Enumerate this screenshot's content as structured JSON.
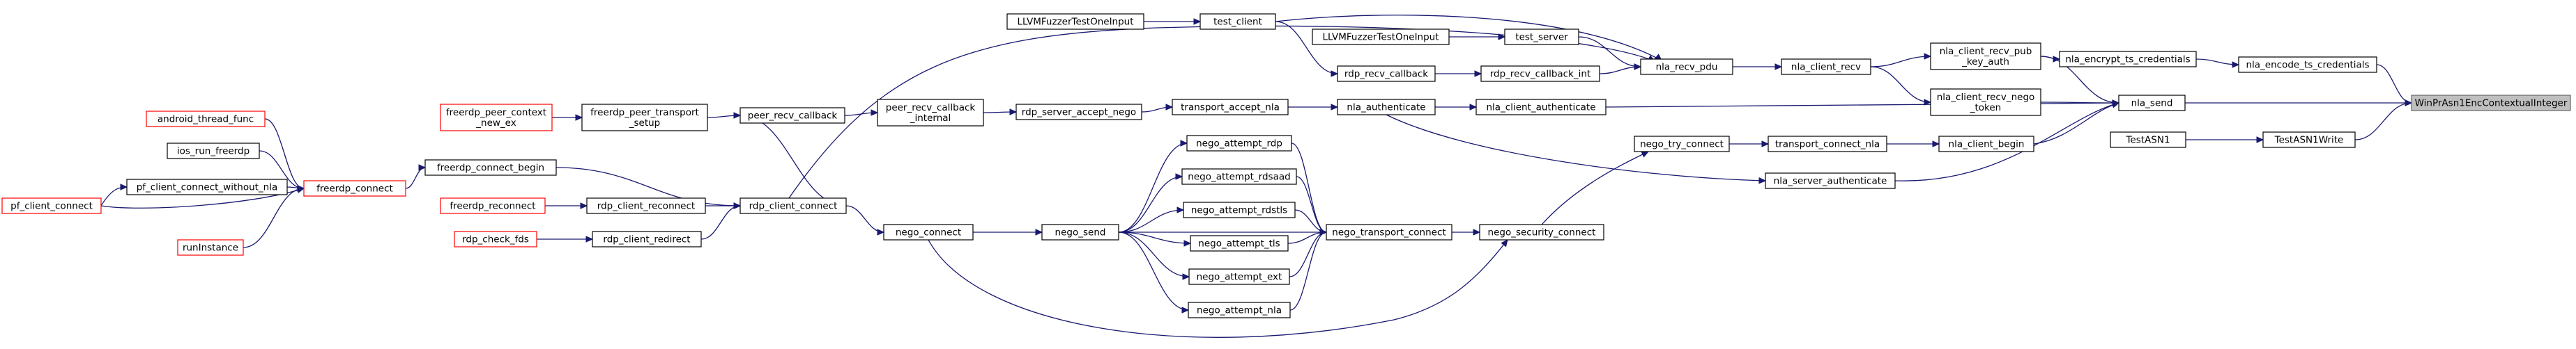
{
  "diagram": {
    "colors": {
      "edge": "#191970",
      "node_border": "#000000",
      "truncated_node_border": "#ff0000",
      "root_fill": "#bfbfbf",
      "root_border": "#666666",
      "background": "#ffffff"
    },
    "nodes": [
      {
        "id": "WinPrAsn1EncContextualInteger",
        "lines": [
          "WinPrAsn1EncContextualInteger"
        ],
        "style": "root"
      },
      {
        "id": "nla_encode_ts_credentials",
        "lines": [
          "nla_encode_ts_credentials"
        ],
        "style": "normal"
      },
      {
        "id": "nla_send",
        "lines": [
          "nla_send"
        ],
        "style": "normal"
      },
      {
        "id": "TestASN1Write",
        "lines": [
          "TestASN1Write"
        ],
        "style": "normal"
      },
      {
        "id": "TestASN1",
        "lines": [
          "TestASN1"
        ],
        "style": "normal"
      },
      {
        "id": "nla_encrypt_ts_credentials",
        "lines": [
          "nla_encrypt_ts_credentials"
        ],
        "style": "normal"
      },
      {
        "id": "nla_client_recv_pub_key_auth",
        "lines": [
          "nla_client_recv_pub",
          "_key_auth"
        ],
        "style": "normal"
      },
      {
        "id": "nla_client_recv_nego_token",
        "lines": [
          "nla_client_recv_nego",
          "_token"
        ],
        "style": "normal"
      },
      {
        "id": "nla_client_begin",
        "lines": [
          "nla_client_begin"
        ],
        "style": "normal"
      },
      {
        "id": "nla_client_recv",
        "lines": [
          "nla_client_recv"
        ],
        "style": "normal"
      },
      {
        "id": "nla_recv_pdu",
        "lines": [
          "nla_recv_pdu"
        ],
        "style": "normal"
      },
      {
        "id": "nla_client_authenticate",
        "lines": [
          "nla_client_authenticate"
        ],
        "style": "normal"
      },
      {
        "id": "nla_server_authenticate",
        "lines": [
          "nla_server_authenticate"
        ],
        "style": "normal"
      },
      {
        "id": "transport_connect_nla",
        "lines": [
          "transport_connect_nla"
        ],
        "style": "normal"
      },
      {
        "id": "nego_try_connect",
        "lines": [
          "nego_try_connect"
        ],
        "style": "normal"
      },
      {
        "id": "nego_security_connect",
        "lines": [
          "nego_security_connect"
        ],
        "style": "normal"
      },
      {
        "id": "test_client",
        "lines": [
          "test_client"
        ],
        "style": "normal"
      },
      {
        "id": "LLVMFuzzerTestOneInput_1",
        "lines": [
          "LLVMFuzzerTestOneInput"
        ],
        "style": "normal"
      },
      {
        "id": "test_server",
        "lines": [
          "test_server"
        ],
        "style": "normal"
      },
      {
        "id": "LLVMFuzzerTestOneInput_2",
        "lines": [
          "LLVMFuzzerTestOneInput"
        ],
        "style": "normal"
      },
      {
        "id": "rdp_recv_callback_int",
        "lines": [
          "rdp_recv_callback_int"
        ],
        "style": "normal"
      },
      {
        "id": "rdp_recv_callback",
        "lines": [
          "rdp_recv_callback"
        ],
        "style": "normal"
      },
      {
        "id": "nla_authenticate",
        "lines": [
          "nla_authenticate"
        ],
        "style": "normal"
      },
      {
        "id": "transport_accept_nla",
        "lines": [
          "transport_accept_nla"
        ],
        "style": "normal"
      },
      {
        "id": "rdp_server_accept_nego",
        "lines": [
          "rdp_server_accept_nego"
        ],
        "style": "normal"
      },
      {
        "id": "peer_recv_callback_internal",
        "lines": [
          "peer_recv_callback",
          "_internal"
        ],
        "style": "normal"
      },
      {
        "id": "peer_recv_callback",
        "lines": [
          "peer_recv_callback"
        ],
        "style": "normal"
      },
      {
        "id": "freerdp_peer_transport_setup",
        "lines": [
          "freerdp_peer_transport",
          "_setup"
        ],
        "style": "normal"
      },
      {
        "id": "freerdp_peer_context_new_ex",
        "lines": [
          "freerdp_peer_context",
          "_new_ex"
        ],
        "style": "red"
      },
      {
        "id": "rdp_client_connect",
        "lines": [
          "rdp_client_connect"
        ],
        "style": "normal"
      },
      {
        "id": "freerdp_connect_begin",
        "lines": [
          "freerdp_connect_begin"
        ],
        "style": "normal"
      },
      {
        "id": "rdp_client_reconnect",
        "lines": [
          "rdp_client_reconnect"
        ],
        "style": "normal"
      },
      {
        "id": "rdp_client_redirect",
        "lines": [
          "rdp_client_redirect"
        ],
        "style": "normal"
      },
      {
        "id": "freerdp_reconnect",
        "lines": [
          "freerdp_reconnect"
        ],
        "style": "red"
      },
      {
        "id": "rdp_check_fds",
        "lines": [
          "rdp_check_fds"
        ],
        "style": "red"
      },
      {
        "id": "freerdp_connect",
        "lines": [
          "freerdp_connect"
        ],
        "style": "red"
      },
      {
        "id": "android_thread_func",
        "lines": [
          "android_thread_func"
        ],
        "style": "red"
      },
      {
        "id": "ios_run_freerdp",
        "lines": [
          "ios_run_freerdp"
        ],
        "style": "normal"
      },
      {
        "id": "pf_client_connect_without_nla",
        "lines": [
          "pf_client_connect_without_nla"
        ],
        "style": "normal"
      },
      {
        "id": "pf_client_connect",
        "lines": [
          "pf_client_connect"
        ],
        "style": "red"
      },
      {
        "id": "runInstance",
        "lines": [
          "runInstance"
        ],
        "style": "red"
      },
      {
        "id": "nego_connect",
        "lines": [
          "nego_connect"
        ],
        "style": "normal"
      },
      {
        "id": "nego_send",
        "lines": [
          "nego_send"
        ],
        "style": "normal"
      },
      {
        "id": "nego_transport_connect",
        "lines": [
          "nego_transport_connect"
        ],
        "style": "normal"
      },
      {
        "id": "nego_attempt_rdp",
        "lines": [
          "nego_attempt_rdp"
        ],
        "style": "normal"
      },
      {
        "id": "nego_attempt_rdsaad",
        "lines": [
          "nego_attempt_rdsaad"
        ],
        "style": "normal"
      },
      {
        "id": "nego_attempt_rdstls",
        "lines": [
          "nego_attempt_rdstls"
        ],
        "style": "normal"
      },
      {
        "id": "nego_attempt_tls",
        "lines": [
          "nego_attempt_tls"
        ],
        "style": "normal"
      },
      {
        "id": "nego_attempt_ext",
        "lines": [
          "nego_attempt_ext"
        ],
        "style": "normal"
      },
      {
        "id": "nego_attempt_nla",
        "lines": [
          "nego_attempt_nla"
        ],
        "style": "normal"
      }
    ],
    "edges": [
      {
        "from": "nla_encode_ts_credentials",
        "to": "WinPrAsn1EncContextualInteger"
      },
      {
        "from": "nla_send",
        "to": "WinPrAsn1EncContextualInteger"
      },
      {
        "from": "TestASN1Write",
        "to": "WinPrAsn1EncContextualInteger"
      },
      {
        "from": "nla_encrypt_ts_credentials",
        "to": "nla_encode_ts_credentials"
      },
      {
        "from": "TestASN1",
        "to": "TestASN1Write"
      },
      {
        "from": "nla_client_recv_pub_key_auth",
        "to": "nla_encrypt_ts_credentials"
      },
      {
        "from": "nla_client_recv",
        "to": "nla_client_recv_pub_key_auth"
      },
      {
        "from": "nla_client_recv",
        "to": "nla_client_recv_nego_token"
      },
      {
        "from": "nla_recv_pdu",
        "to": "nla_client_recv"
      },
      {
        "from": "nla_client_recv_pub_key_auth",
        "to": "nla_send"
      },
      {
        "from": "nla_client_recv_nego_token",
        "to": "nla_send"
      },
      {
        "from": "nla_client_begin",
        "to": "nla_send"
      },
      {
        "from": "nla_client_authenticate",
        "to": "nla_send"
      },
      {
        "from": "nla_server_authenticate",
        "to": "nla_send"
      },
      {
        "from": "transport_connect_nla",
        "to": "nla_client_begin"
      },
      {
        "from": "nla_authenticate",
        "to": "nla_client_authenticate"
      },
      {
        "from": "nla_authenticate",
        "to": "nla_server_authenticate"
      },
      {
        "from": "nego_try_connect",
        "to": "transport_connect_nla"
      },
      {
        "from": "nego_security_connect",
        "to": "nego_try_connect"
      },
      {
        "from": "test_client",
        "to": "nla_recv_pdu"
      },
      {
        "from": "test_server",
        "to": "nla_recv_pdu"
      },
      {
        "from": "rdp_recv_callback_int",
        "to": "nla_recv_pdu"
      },
      {
        "from": "rdp_client_connect",
        "to": "nla_recv_pdu"
      },
      {
        "from": "LLVMFuzzerTestOneInput_1",
        "to": "test_client"
      },
      {
        "from": "LLVMFuzzerTestOneInput_2",
        "to": "test_server"
      },
      {
        "from": "rdp_recv_callback",
        "to": "rdp_recv_callback_int"
      },
      {
        "from": "test_client",
        "to": "rdp_recv_callback"
      },
      {
        "from": "transport_accept_nla",
        "to": "nla_authenticate"
      },
      {
        "from": "rdp_server_accept_nego",
        "to": "transport_accept_nla"
      },
      {
        "from": "peer_recv_callback_internal",
        "to": "rdp_server_accept_nego"
      },
      {
        "from": "peer_recv_callback",
        "to": "peer_recv_callback_internal"
      },
      {
        "from": "freerdp_peer_transport_setup",
        "to": "peer_recv_callback"
      },
      {
        "from": "freerdp_peer_context_new_ex",
        "to": "freerdp_peer_transport_setup"
      },
      {
        "from": "rdp_client_connect",
        "to": "peer_recv_callback"
      },
      {
        "from": "freerdp_connect_begin",
        "to": "rdp_client_connect"
      },
      {
        "from": "rdp_client_reconnect",
        "to": "rdp_client_connect"
      },
      {
        "from": "rdp_client_redirect",
        "to": "rdp_client_connect"
      },
      {
        "from": "freerdp_reconnect",
        "to": "rdp_client_reconnect"
      },
      {
        "from": "rdp_check_fds",
        "to": "rdp_client_redirect"
      },
      {
        "from": "freerdp_connect",
        "to": "freerdp_connect_begin"
      },
      {
        "from": "android_thread_func",
        "to": "freerdp_connect"
      },
      {
        "from": "ios_run_freerdp",
        "to": "freerdp_connect"
      },
      {
        "from": "pf_client_connect_without_nla",
        "to": "freerdp_connect"
      },
      {
        "from": "pf_client_connect",
        "to": "freerdp_connect"
      },
      {
        "from": "runInstance",
        "to": "freerdp_connect"
      },
      {
        "from": "pf_client_connect",
        "to": "pf_client_connect_without_nla"
      },
      {
        "from": "rdp_client_connect",
        "to": "nego_connect"
      },
      {
        "from": "nego_connect",
        "to": "nego_send"
      },
      {
        "from": "nego_connect",
        "to": "nego_security_connect"
      },
      {
        "from": "nego_send",
        "to": "nego_attempt_rdp"
      },
      {
        "from": "nego_send",
        "to": "nego_attempt_rdsaad"
      },
      {
        "from": "nego_send",
        "to": "nego_attempt_rdstls"
      },
      {
        "from": "nego_send",
        "to": "nego_attempt_tls"
      },
      {
        "from": "nego_send",
        "to": "nego_attempt_ext"
      },
      {
        "from": "nego_send",
        "to": "nego_attempt_nla"
      },
      {
        "from": "nego_send",
        "to": "nego_transport_connect"
      },
      {
        "from": "nego_attempt_rdp",
        "to": "nego_transport_connect"
      },
      {
        "from": "nego_attempt_rdsaad",
        "to": "nego_transport_connect"
      },
      {
        "from": "nego_attempt_rdstls",
        "to": "nego_transport_connect"
      },
      {
        "from": "nego_attempt_tls",
        "to": "nego_transport_connect"
      },
      {
        "from": "nego_attempt_ext",
        "to": "nego_transport_connect"
      },
      {
        "from": "nego_attempt_nla",
        "to": "nego_transport_connect"
      },
      {
        "from": "nego_transport_connect",
        "to": "nego_security_connect"
      }
    ]
  }
}
